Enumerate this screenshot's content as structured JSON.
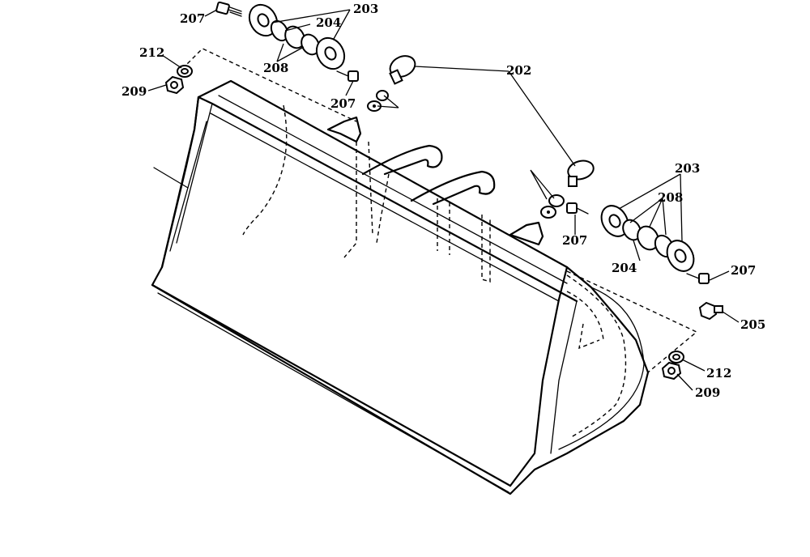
{
  "callouts": {
    "c207_top": "207",
    "c203_top": "203",
    "c204_top": "204",
    "c208_top": "208",
    "c212_left": "212",
    "c209_left": "209",
    "c207_mid": "207",
    "c202": "202",
    "c203_right": "203",
    "c208_right": "208",
    "c207_right": "207",
    "c204_right": "204",
    "c207_far": "207",
    "c205": "205",
    "c212_right": "212",
    "c209_right": "209"
  }
}
